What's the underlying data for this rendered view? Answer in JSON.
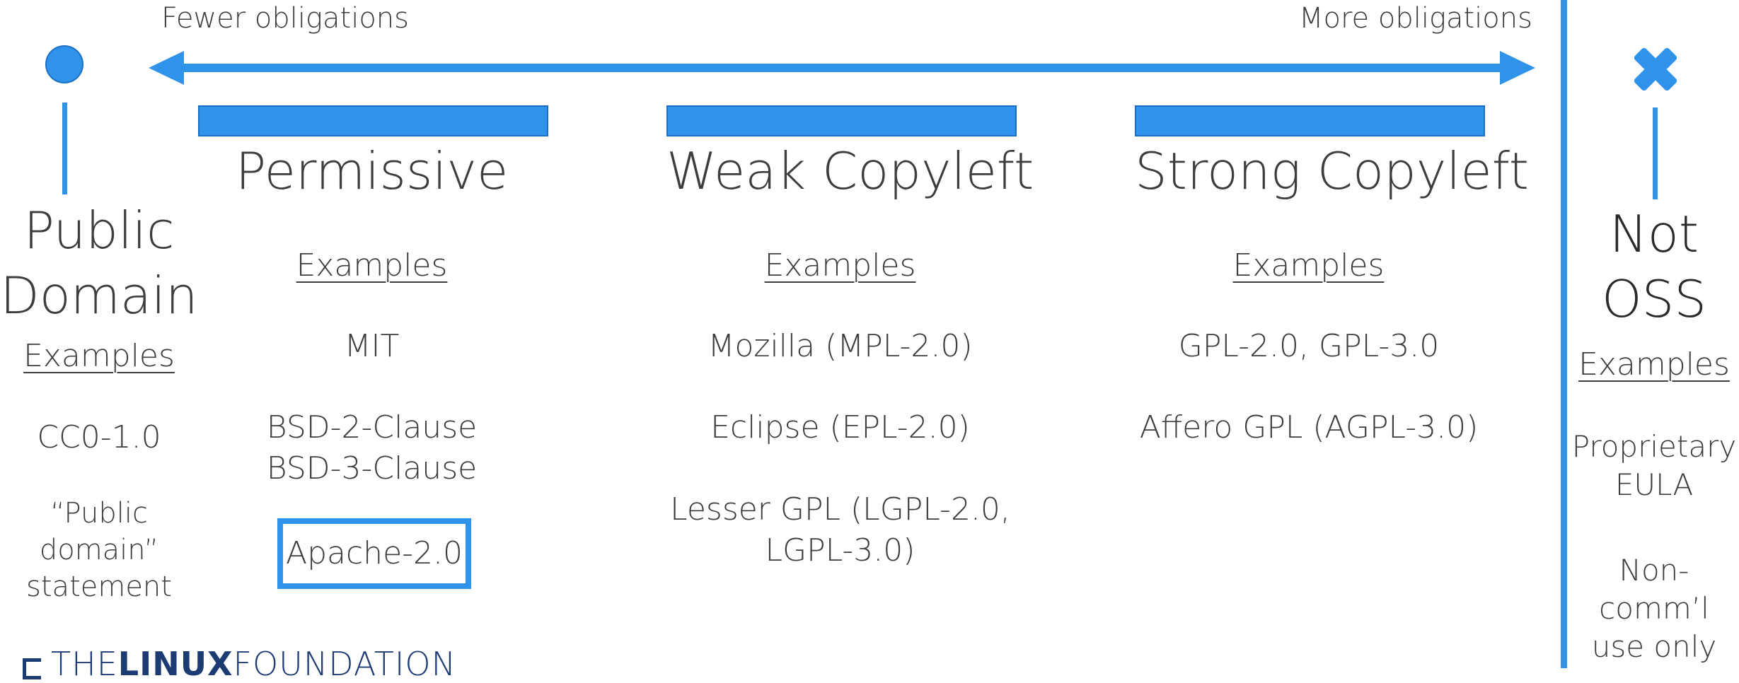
{
  "scale": {
    "left_label": "Fewer obligations",
    "right_label": "More obligations",
    "accent_color": "#2f93ea"
  },
  "public_domain": {
    "title_line1": "Public",
    "title_line2": "Domain",
    "examples_label": "Examples",
    "items": [
      "CC0-1.0",
      "“Public domain”",
      "statement"
    ]
  },
  "columns": [
    {
      "title": "Permissive",
      "examples_label": "Examples",
      "items": [
        "MIT",
        "BSD-2-Clause",
        "BSD-3-Clause",
        "Apache-2.0"
      ]
    },
    {
      "title": "Weak Copyleft",
      "examples_label": "Examples",
      "items": [
        "Mozilla (MPL-2.0)",
        "Eclipse (EPL-2.0)",
        "Lesser GPL (LGPL-2.0,",
        "LGPL-3.0)"
      ]
    },
    {
      "title": "Strong Copyleft",
      "examples_label": "Examples",
      "items": [
        "GPL-2.0, GPL-3.0",
        "Affero GPL (AGPL-3.0)"
      ]
    }
  ],
  "not_oss": {
    "title_line1": "Not",
    "title_line2": "OSS",
    "examples_label": "Examples",
    "items": [
      "Proprietary",
      "EULA",
      "Non-",
      "comm’l",
      "use only"
    ]
  },
  "footer": {
    "logo_the": "THE",
    "logo_linux": "LINUX",
    "logo_foundation": "FOUNDATION"
  }
}
